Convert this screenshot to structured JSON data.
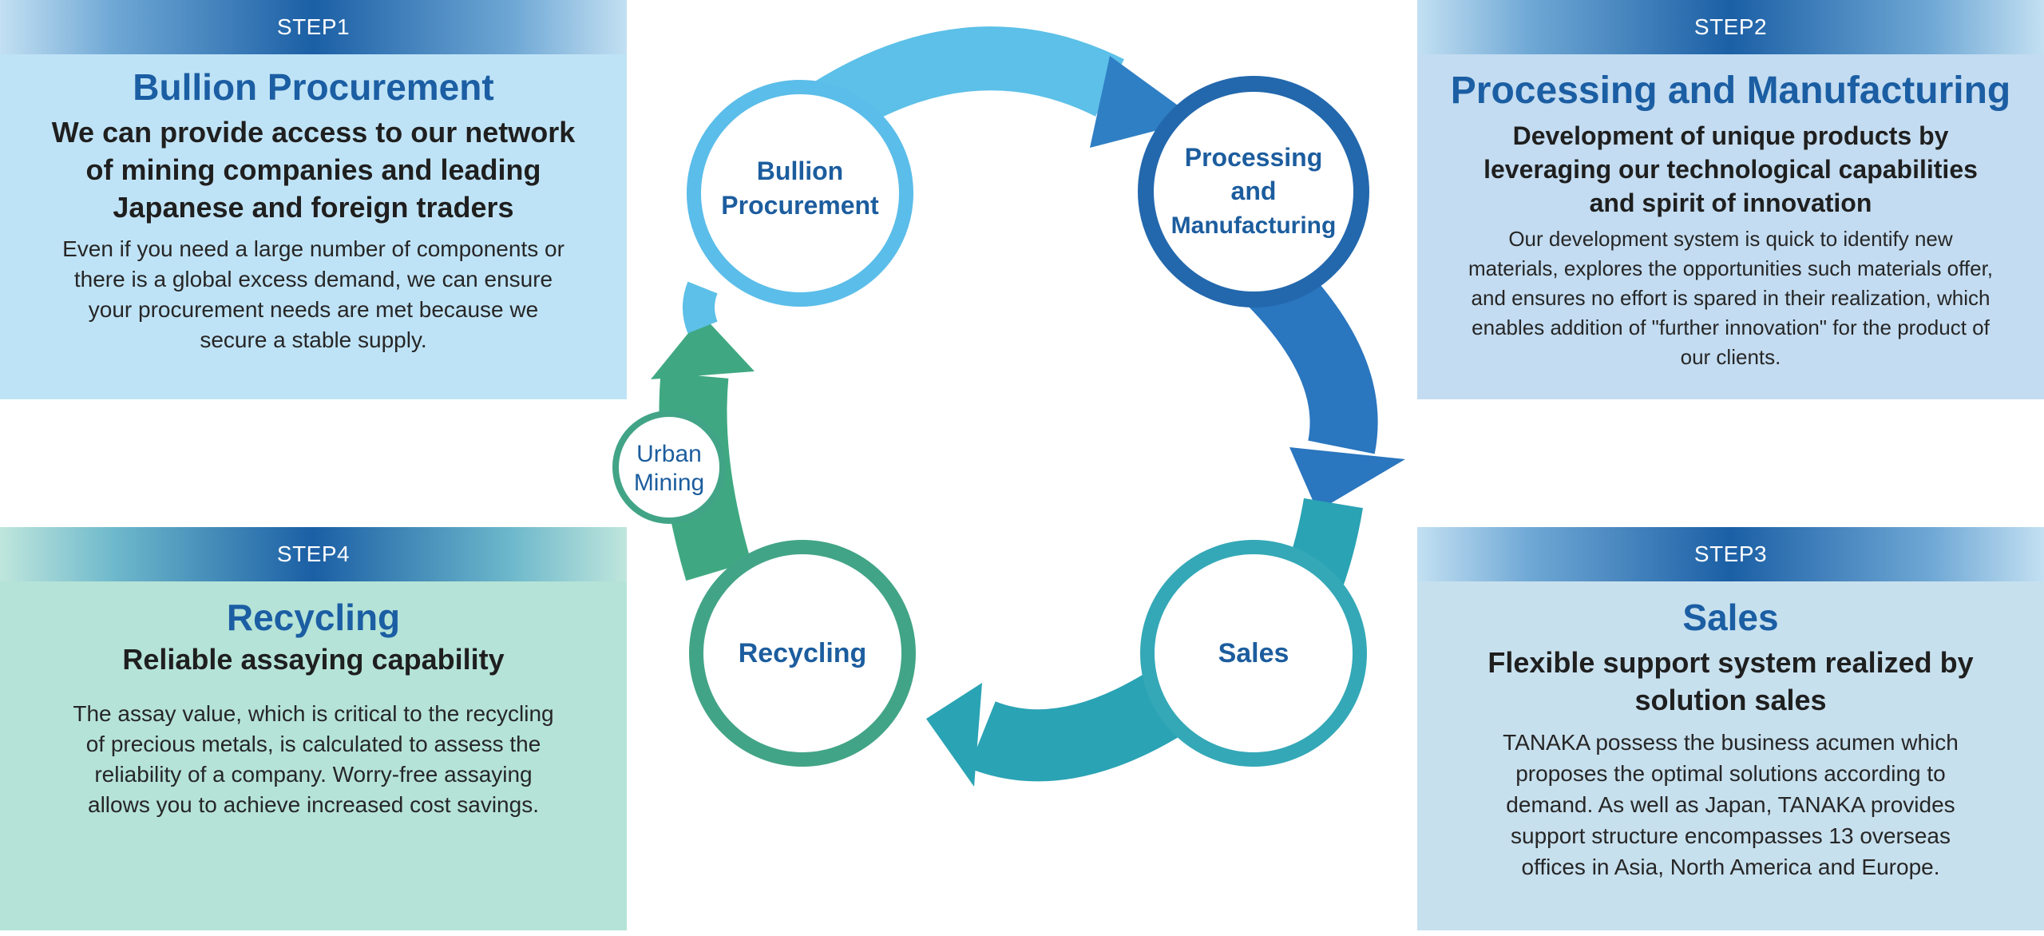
{
  "steps": {
    "step1": {
      "label": "STEP1",
      "title": "Bullion Procurement",
      "subtitle": [
        "We can provide access to our network",
        "of mining companies and leading",
        "Japanese and foreign traders"
      ],
      "text": [
        "Even if you need a large number of components or",
        "there is a global excess demand, we can ensure",
        "your procurement needs are met because we",
        "secure a stable supply."
      ]
    },
    "step2": {
      "label": "STEP2",
      "title": "Processing and Manufacturing",
      "subtitle": [
        "Development of unique products by",
        "leveraging our technological capabilities",
        "and spirit of innovation"
      ],
      "text": [
        "Our development system is quick to identify new",
        "materials, explores the opportunities such materials offer,",
        "and ensures no effort is spared in their realization, which",
        "enables addition of \"further innovation\" for the product of",
        "our clients."
      ]
    },
    "step3": {
      "label": "STEP3",
      "title": "Sales",
      "subtitle": [
        "Flexible support system realized by",
        "solution sales"
      ],
      "text": [
        "TANAKA possess the business acumen which",
        "proposes the optimal solutions according to",
        "demand. As well as Japan, TANAKA provides",
        "support structure encompasses 13 overseas",
        "offices in Asia, North America and Europe."
      ]
    },
    "step4": {
      "label": "STEP4",
      "title": "Recycling",
      "subtitle": [
        "Reliable assaying capability"
      ],
      "text": [
        "The assay value, which is critical to the recycling",
        "of precious metals, is calculated to assess the",
        "reliability of a company. Worry-free assaying",
        "allows you to achieve increased cost savings."
      ]
    }
  },
  "cycle": {
    "nodes": {
      "bullion": [
        "Bullion",
        "Procurement"
      ],
      "processing": [
        "Processing",
        "and",
        "Manufacturing"
      ],
      "sales": [
        "Sales"
      ],
      "recycling": [
        "Recycling"
      ]
    },
    "urban": [
      "Urban",
      "Mining"
    ]
  },
  "colors": {
    "arrow_bullion_to_processing": "#5cc0e8",
    "arrow_processing_to_sales": "#2a76bf",
    "arrow_sales_to_recycling": "#2aa3b4",
    "arrow_recycling_to_bullion": "#3fa882",
    "node_bullion_ring": "#5bbde9",
    "node_processing_ring": "#2368ad",
    "node_sales_ring": "#34a8b7",
    "node_recycling_ring": "#42a486",
    "title_blue": "#1b5ea3"
  }
}
